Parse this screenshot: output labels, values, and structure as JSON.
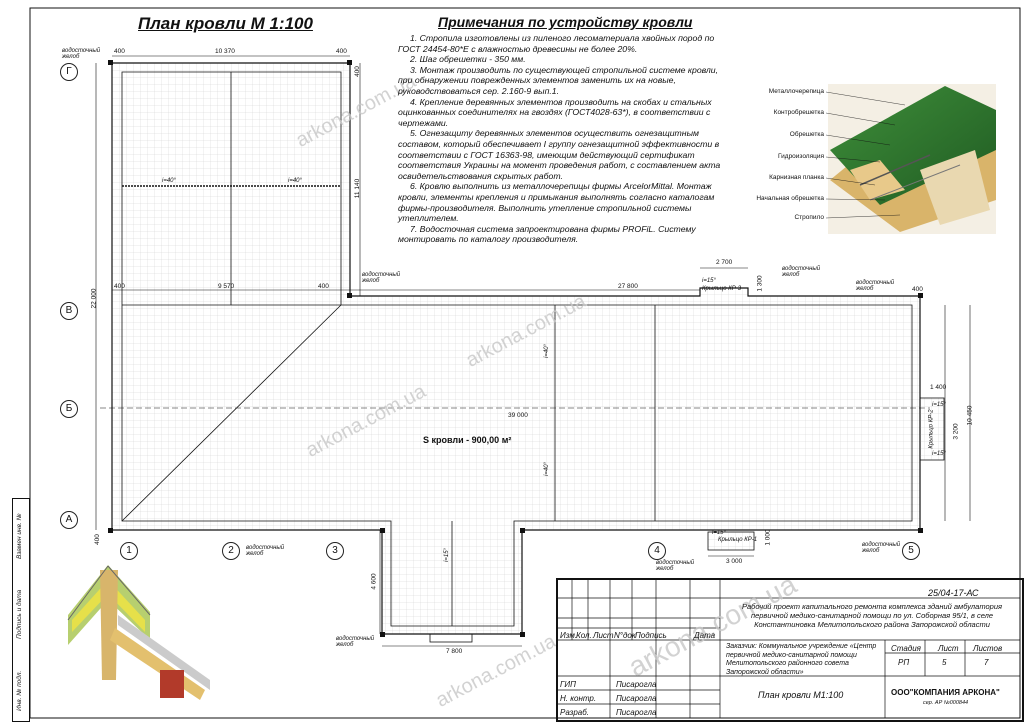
{
  "title": "План кровли М 1:100",
  "notes_title": "Примечания по устройству кровли",
  "notes": [
    "1. Стропила изготовлены из пиленого лесоматериала хвойных пород по ГОСТ 24454-80*Е с влажностью древесины не более 20%.",
    "2. Шаг обрешетки - 350 мм.",
    "3. Монтаж производить по существующей стропильной системе кровли, при обнаружении поврежденных элементов заменить их на новые, руководствоваться сер. 2.160-9 вып.1.",
    "4. Крепление деревянных элементов производить на скобах и стальных оцинкованных соединителях на гвоздях (ГОСТ4028-63*), в соответствии с чертежами.",
    "5. Огнезащиту деревянных элементов осуществить огнезащитным составом, который обеспечивает I группу огнезащитной эффективности в соответствии с ГОСТ 16363-98, имеющим действующий сертификат соответствия Украины на момент проведения работ, с составлением акта освидетельствования скрытых работ.",
    "6. Кровлю выполнить из металлочерепицы фирмы ArcelorMittal. Монтаж кровли, элементы крепления и примыкания выполнять согласно каталогам фирмы-производителя. Выполнить утепление стропильной системы утеплителем.",
    "7. Водосточная система запроектирована фирмы PROFiL. Систему монтировать по каталогу производителя."
  ],
  "photo_labels": [
    "Металлочерепица",
    "Контробрешетка",
    "Обрешетка",
    "Гидроизоляция",
    "Карнизная планка",
    "Начальная обрешетка",
    "Стропило"
  ],
  "axes": {
    "rows": [
      "Г",
      "В",
      "Б",
      "А"
    ],
    "cols": [
      "1",
      "2",
      "3",
      "4",
      "5"
    ]
  },
  "dims": {
    "top_400_left": "400",
    "top_10370": "10 370",
    "top_400_right": "400",
    "right_400": "400",
    "right_11140": "11 140",
    "left_22000": "22 000",
    "mid_400_left": "400",
    "mid_9570": "9 570",
    "mid_400": "400",
    "mid_27800": "27 800",
    "mid_400_right": "400",
    "d_2700": "2 700",
    "d_1300": "1 300",
    "d_39000": "39 000",
    "d_1400": "1 400",
    "d_10450": "10 450",
    "d_3200": "3 200",
    "d_4600": "4 600",
    "d_7800": "7 800",
    "d_3000": "3 000",
    "d_1000": "1 000",
    "d_400_bottom": "400"
  },
  "slopes": [
    "i=40°",
    "i=40°",
    "i=40°",
    "i=40°",
    "i=15°",
    "i=15°",
    "i=15°",
    "i=15°",
    "i=15°"
  ],
  "gutter_label": "водосточный желоб",
  "krylec": [
    "Крыльцо КР-3",
    "Крыльцо КР-2",
    "Крыльцо КР-1"
  ],
  "area_label": "S кровли - 900,00 м²",
  "watermark": "arkona.com.ua",
  "stamp": {
    "code": "25/04-17-АС",
    "project": "Рабочий проект капитального ремонта комплекса зданий амбулатория первичной медико-санитарной помощи по ул. Соборная 95/1, в селе Константиновка Мелитопольского района Запорожской области",
    "customer": "Заказчик: Коммунальное учреждение «Центр первичной медико-санитарной помощи Мелитопольского районного совета Запорожской области»",
    "cols": [
      "Изм.",
      "Кол.",
      "Лист",
      "N°док",
      "Подпись",
      "Дата"
    ],
    "roles": [
      "ГИП",
      "Н. контр.",
      "Разраб."
    ],
    "names": [
      "Писарогла",
      "Писарогла",
      "Писарогла"
    ],
    "stage_head": [
      "Стадия",
      "Лист",
      "Листов"
    ],
    "stage_vals": [
      "РП",
      "5",
      "7"
    ],
    "sheet": "План кровли М1:100",
    "company": "ООО\"КОМПАНИЯ АРКОНА\"",
    "company_sub": "сер. АР №000844"
  },
  "side_labels": [
    "Взамен инв. №",
    "Подпись и дата",
    "Инв. № подл."
  ]
}
